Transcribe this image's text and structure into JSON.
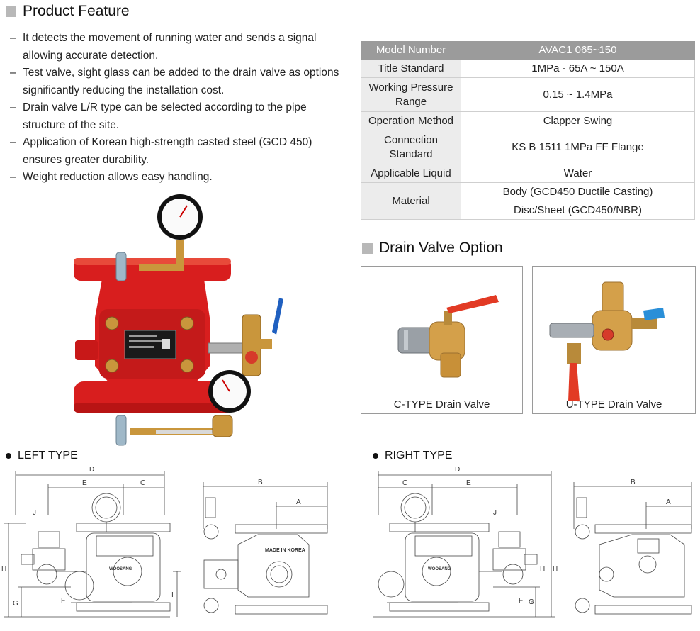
{
  "product_feature": {
    "title": "Product Feature",
    "items": [
      "It detects the movement of running water and sends a signal allowing accurate detection.",
      "Test valve, sight glass can be added to the drain valve as options significantly reducing the installation cost.",
      "Drain valve L/R type can be selected according to the pipe structure of the site.",
      "Application of Korean high-strength casted steel (GCD 450) ensures greater durability.",
      "Weight reduction allows easy handling."
    ]
  },
  "spec_table": {
    "header": {
      "label": "Model Number",
      "value": "AVAC1 065~150"
    },
    "rows": [
      {
        "label": "Title Standard",
        "value": "1MPa - 65A ~ 150A"
      },
      {
        "label": "Working Pressure Range",
        "value": "0.15 ~ 1.4MPa"
      },
      {
        "label": "Operation Method",
        "value": "Clapper Swing"
      },
      {
        "label": "Connection Standard",
        "value": "KS B 1511 1MPa FF Flange"
      },
      {
        "label": "Applicable Liquid",
        "value": "Water"
      }
    ],
    "material": {
      "label": "Material",
      "values": [
        "Body (GCD450 Ductile Casting)",
        "Disc/Sheet (GCD450/NBR)"
      ]
    }
  },
  "drain_option": {
    "title": "Drain Valve Option",
    "c_type": "C-TYPE Drain Valve",
    "u_type": "U-TYPE Drain Valve"
  },
  "left_type": {
    "label": "LEFT TYPE",
    "dims": {
      "d": "D",
      "e": "E",
      "c": "C",
      "b": "B",
      "a": "A",
      "j": "J",
      "h": "H",
      "g": "G",
      "f": "F",
      "i": "I"
    }
  },
  "right_type": {
    "label": "RIGHT TYPE",
    "dims": {
      "d": "D",
      "c": "C",
      "e": "E",
      "b": "B",
      "a": "A",
      "j": "J",
      "h": "H",
      "g": "G",
      "f": "F"
    }
  },
  "nameplate": {
    "made_in": "MADE IN KOREA",
    "brand": "WOOSANG"
  },
  "colors": {
    "valve_red": "#d81e1e",
    "brass": "#c9963c",
    "header_gray": "#9b9b9b",
    "square": "#b8b8b8"
  }
}
